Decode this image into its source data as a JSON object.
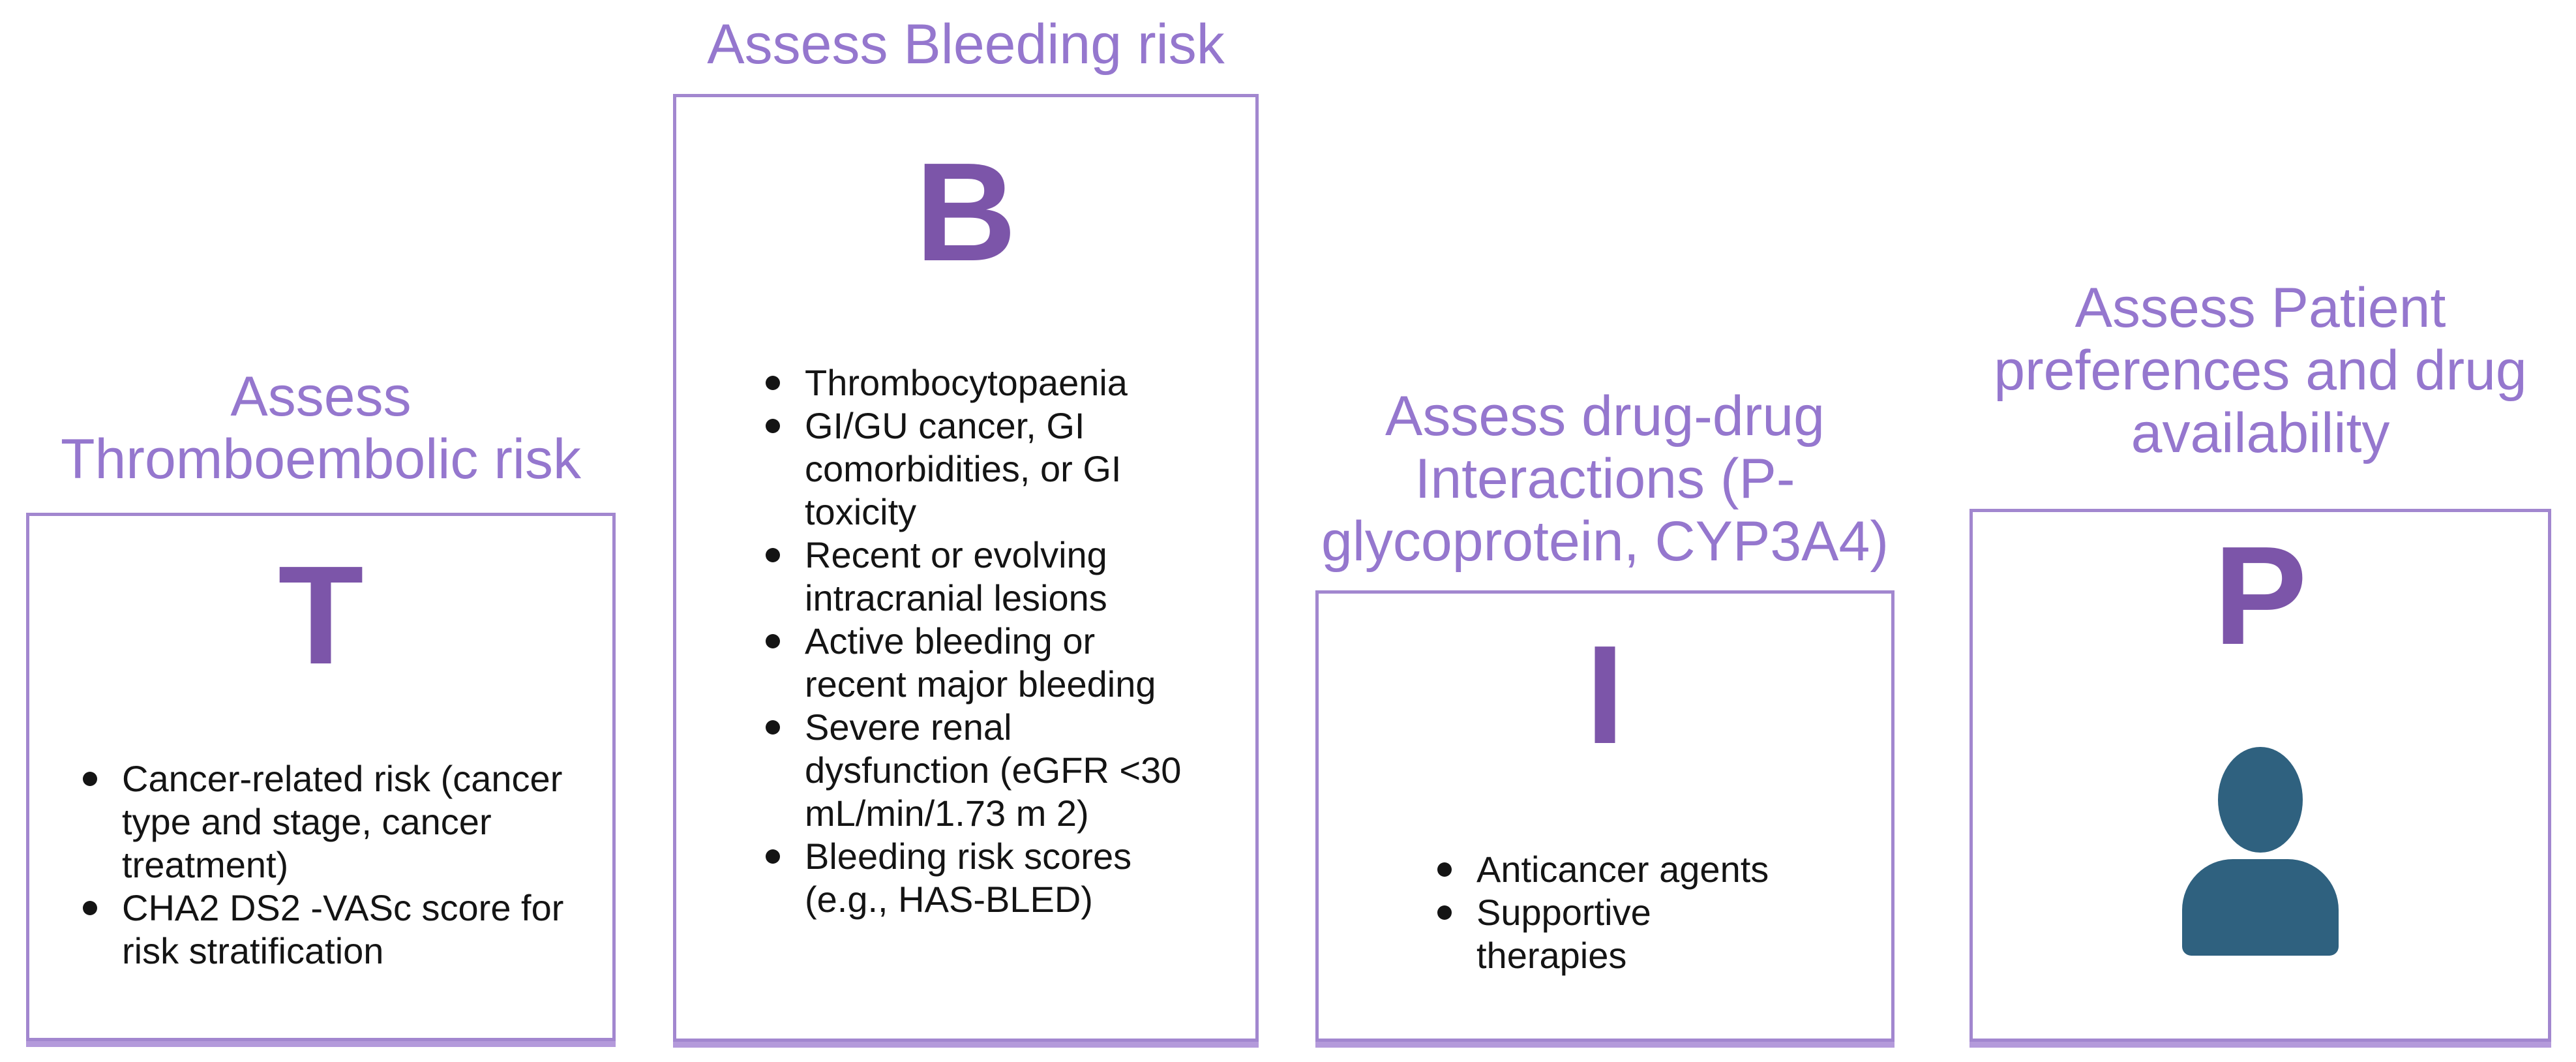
{
  "palette": {
    "border": "#a287cf",
    "border_shadow": "#b49adb",
    "title": "#9577ce",
    "letter": "#7c55a9",
    "text": "#141414",
    "icon": "#2f617f",
    "background": "#ffffff"
  },
  "panels": [
    {
      "id": "thromboembolic",
      "title": "Assess\nThromboembolic risk",
      "letter": "T",
      "bullets": [
        "Cancer-related risk (cancer\ntype and stage, cancer\ntreatment)",
        "CHA2 DS2 -VASc score for\nrisk stratification"
      ]
    },
    {
      "id": "bleeding",
      "title": "Assess Bleeding risk",
      "letter": "B",
      "bullets": [
        "Thrombocytopaenia",
        "GI/GU cancer, GI\ncomorbidities, or GI\ntoxicity",
        "Recent or evolving\nintracranial lesions",
        "Active bleeding or\nrecent major bleeding",
        "Severe renal\ndysfunction (eGFR <30\nmL/min/1.73 m 2)",
        " Bleeding risk scores\n(e.g., HAS-BLED)"
      ]
    },
    {
      "id": "interactions",
      "title": "Assess drug-drug\nInteractions (P-\nglycoprotein, CYP3A4)",
      "letter": "I",
      "bullets": [
        "Anticancer agents",
        "Supportive\ntherapies"
      ]
    },
    {
      "id": "patient",
      "title": "Assess Patient\npreferences and drug\navailability",
      "letter": "P",
      "bullets": []
    }
  ]
}
